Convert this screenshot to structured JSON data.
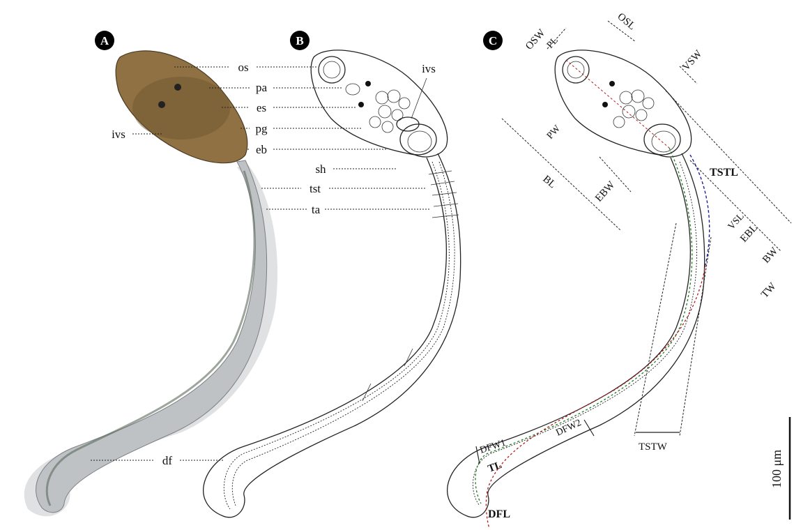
{
  "panels": [
    {
      "letter": "A"
    },
    {
      "letter": "B"
    },
    {
      "letter": "C"
    }
  ],
  "panelA_labels": [
    "os",
    "pa",
    "es",
    "pg",
    "eb",
    "sh",
    "tst",
    "ta",
    "ivs",
    "df"
  ],
  "panelB_labels": [
    "ivs"
  ],
  "measurements": {
    "OSW": "OSW",
    "OSL": "OSL",
    "PL": "PL",
    "PW": "PW",
    "VSW": "VSW",
    "BL": "BL",
    "EBW": "EBW",
    "TSTL": "TSTL",
    "VSL": "VSL",
    "EBL": "EBL",
    "BW": "BW",
    "TW": "TW",
    "TSTW": "TSTW",
    "DFW1": "DFW1",
    "DFW2": "DFW2",
    "TL": "TL",
    "DFL": "DFL"
  },
  "scale_bar": {
    "label": "100 μm"
  },
  "colors": {
    "background": "#ffffff",
    "line": "#222222",
    "tstl": "#1f1f9e",
    "tl": "#1d7a1d",
    "dfl": "#b3181c",
    "specimen_body": "#8a6d3b",
    "specimen_tail": "#d9dbdd"
  }
}
